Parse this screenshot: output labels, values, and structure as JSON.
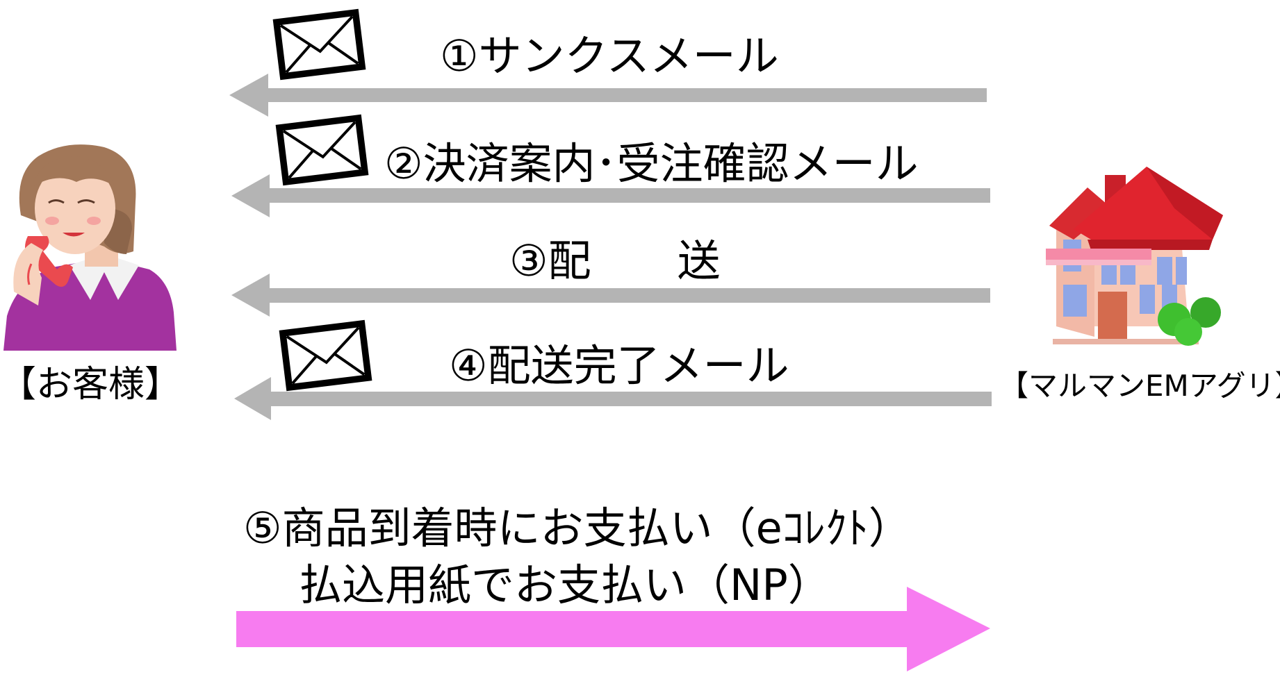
{
  "parties": {
    "customer": "【お客様】",
    "company": "【マルマンEMアグリ】"
  },
  "steps": [
    {
      "label": "①サンクスメール",
      "mail_icon": "envelope-icon",
      "direction": "company-to-customer"
    },
    {
      "label": "②決済案内･受注確認メール",
      "mail_icon": "envelope-icon",
      "direction": "company-to-customer"
    },
    {
      "label": "③配　　送",
      "mail_icon": "",
      "direction": "company-to-customer"
    },
    {
      "label": "④配送完了メール",
      "mail_icon": "envelope-icon",
      "direction": "company-to-customer"
    }
  ],
  "payment": {
    "line1": "⑤商品到着時にお支払い（eｺﾚｸﾄ）",
    "line2": "払込用紙でお支払い（NP）",
    "direction": "customer-to-company"
  },
  "icons": {
    "customer": "woman-on-phone-icon",
    "company": "house-icon",
    "mail": "envelope-icon"
  },
  "colors": {
    "step_arrow": "#b4b4b4",
    "payment_arrow": "#f77cf0",
    "roof": "#e0242e",
    "wall": "#f7c7b6",
    "window": "#8fa6e6",
    "awning": "#f58aa7",
    "bush": "#3fbf2f",
    "sweater": "#a3329f",
    "hair": "#a27758",
    "skin": "#f7d2bd",
    "phone": "#ea4a4f"
  }
}
